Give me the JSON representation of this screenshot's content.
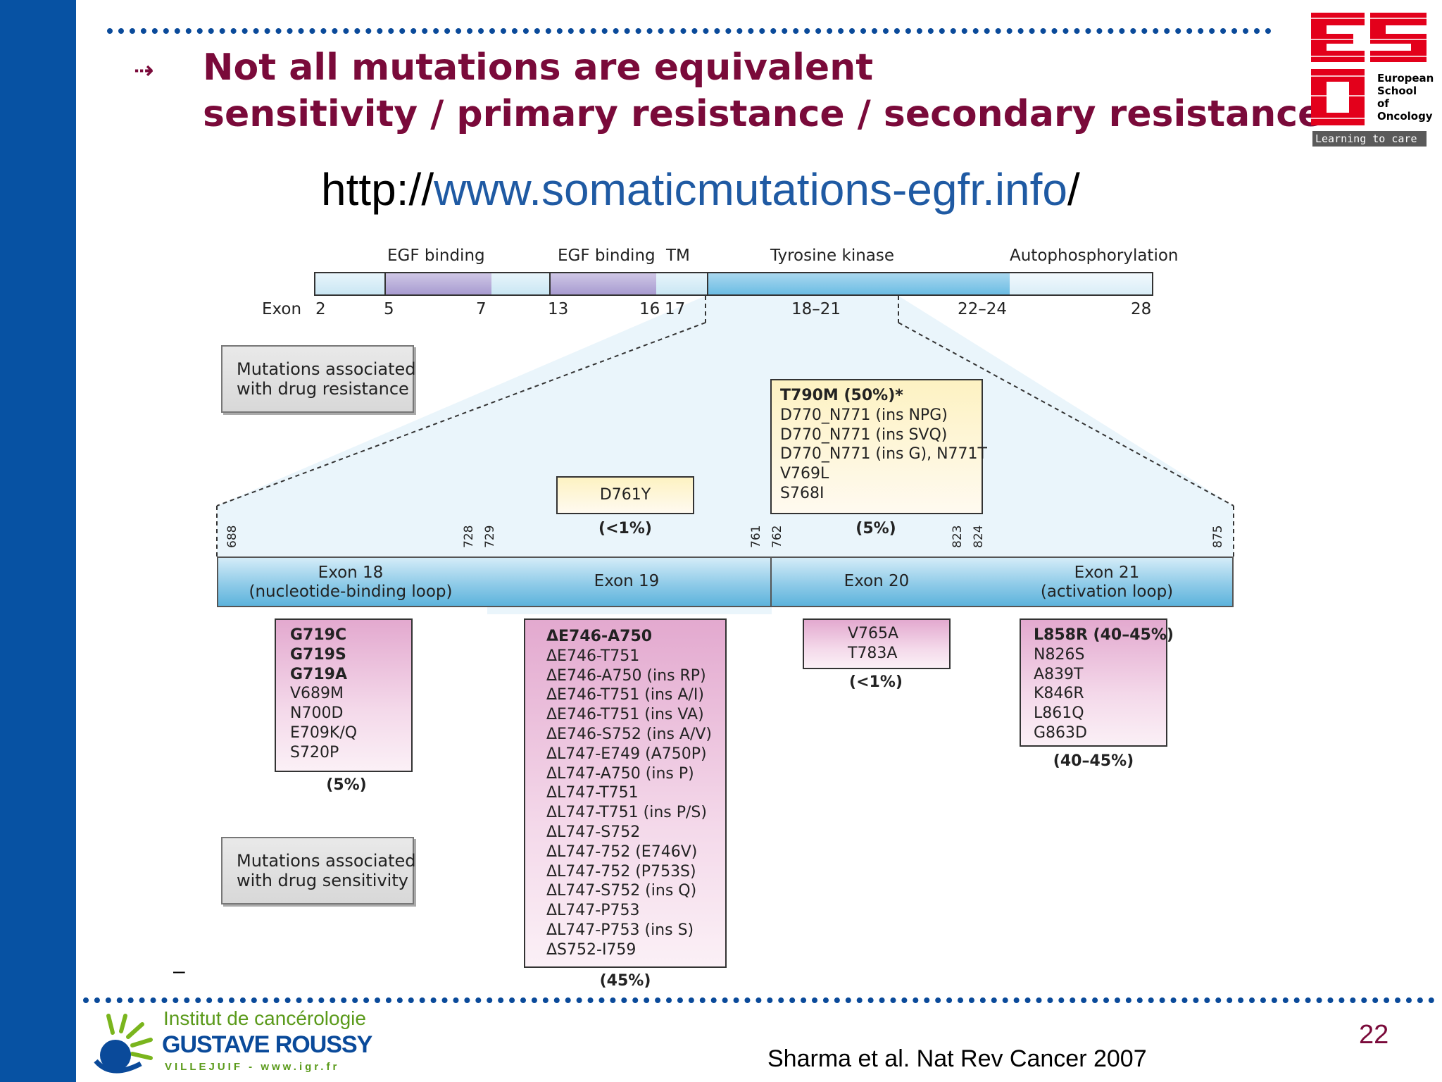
{
  "slide": {
    "bullet": "⇢",
    "title_line1": "Not all mutations are equivalent",
    "title_line2": "sensitivity / primary resistance / secondary resistance",
    "url_prefix": "http://",
    "url_link": "www.somaticmutations-egfr.info",
    "url_suffix": "/",
    "page_number": "22",
    "citation": "Sharma et al. Nat Rev Cancer 2007",
    "dash": "–"
  },
  "logos": {
    "esso": {
      "lines": [
        "European",
        "School",
        "of",
        "Oncology"
      ],
      "tagline": "Learning to care"
    },
    "igr": {
      "line1": "Institut de cancérologie",
      "line2": "GUSTAVE ROUSSY",
      "line3": "VILLEJUIF - www.igr.fr"
    }
  },
  "colors": {
    "title": "#7a0a3a",
    "url_link": "#1f5aa3",
    "left_bar": "#0752a3",
    "esso_red": "#e3001b",
    "igr_blue": "#0a4a9a",
    "igr_green": "#7ab51d"
  },
  "diagram": {
    "domains": [
      {
        "label": "EGF binding"
      },
      {
        "label": "EGF binding"
      },
      {
        "label": "TM"
      },
      {
        "label": "Tyrosine kinase"
      },
      {
        "label": "Autophosphorylation"
      }
    ],
    "exon_axis_label": "Exon",
    "exon_numbers": [
      "2",
      "5",
      "7",
      "13",
      "16",
      "17",
      "18–21",
      "22–24",
      "28"
    ],
    "legend_resistance": [
      "Mutations associated",
      "with drug resistance"
    ],
    "legend_sensitivity": [
      "Mutations associated",
      "with drug sensitivity"
    ],
    "codons": [
      "688",
      "728",
      "729",
      "761",
      "762",
      "823",
      "824",
      "875"
    ],
    "exons": [
      {
        "line1": "Exon 18",
        "line2": "(nucleotide-binding loop)"
      },
      {
        "line1": "Exon 19",
        "line2": ""
      },
      {
        "line1": "Exon 20",
        "line2": ""
      },
      {
        "line1": "Exon 21",
        "line2": "(activation loop)"
      }
    ],
    "resistance_d761y": {
      "mutations": [
        "D761Y"
      ],
      "percent": "(<1%)"
    },
    "resistance_exon20": {
      "mutations": [
        "T790M (50%)*",
        "D770_N771 (ins NPG)",
        "D770_N771 (ins SVQ)",
        "D770_N771 (ins G), N771T",
        "V769L",
        "S768I"
      ],
      "percent": "(5%)"
    },
    "sensitivity_exon18": {
      "mutations": [
        "G719C",
        "G719S",
        "G719A",
        "V689M",
        "N700D",
        "E709K/Q",
        "S720P"
      ],
      "percent": "(5%)"
    },
    "sensitivity_exon19": {
      "mutations": [
        "ΔE746-A750",
        "ΔE746-T751",
        "ΔE746-A750 (ins RP)",
        "ΔE746-T751 (ins A/I)",
        "ΔE746-T751 (ins VA)",
        "ΔE746-S752 (ins A/V)",
        "ΔL747-E749 (A750P)",
        "ΔL747-A750 (ins P)",
        "ΔL747-T751",
        "ΔL747-T751 (ins P/S)",
        "ΔL747-S752",
        "ΔL747-752 (E746V)",
        "ΔL747-752 (P753S)",
        "ΔL747-S752 (ins Q)",
        "ΔL747-P753",
        "ΔL747-P753 (ins S)",
        "ΔS752-I759"
      ],
      "percent": "(45%)"
    },
    "sensitivity_exon20": {
      "mutations": [
        "V765A",
        "T783A"
      ],
      "percent": "(<1%)"
    },
    "sensitivity_exon21": {
      "mutations": [
        "L858R (40–45%)",
        "N826S",
        "A839T",
        "K846R",
        "L861Q",
        "G863D"
      ],
      "percent": "(40–45%)"
    }
  }
}
